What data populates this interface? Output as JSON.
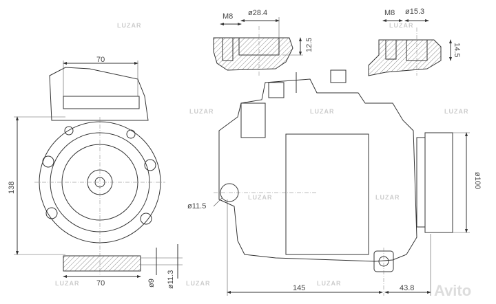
{
  "dimensions": {
    "detail_left_thread": "M8",
    "detail_left_diameter": "ø28.4",
    "detail_left_depth": "12.5",
    "detail_right_thread": "M8",
    "detail_right_diameter": "ø15.3",
    "detail_right_depth": "14.5",
    "front_width_top": "70",
    "front_height": "138",
    "front_width_bottom": "70",
    "mount_hole_small": "ø9",
    "mount_hole_large": "ø11.3",
    "side_hole": "ø11.5",
    "body_length": "145",
    "pulley_offset": "43.8",
    "pulley_diameter": "ø100"
  },
  "watermarks": {
    "brand": "LUZAR",
    "marketplace": "Avito"
  }
}
